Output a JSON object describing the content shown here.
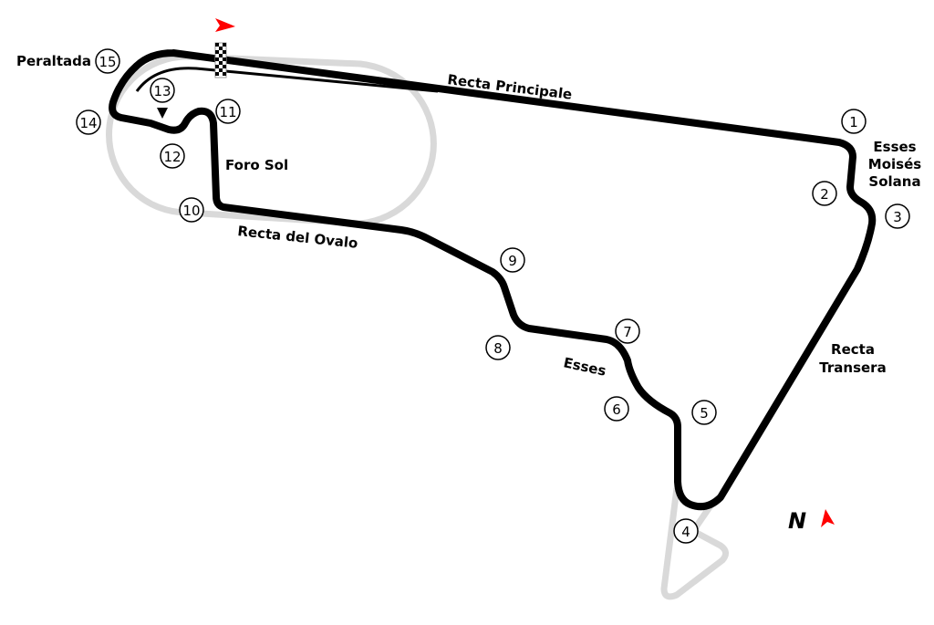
{
  "colors": {
    "track": "#000000",
    "unused": "#d9d9d9",
    "accent": "#ff0000"
  },
  "labels": {
    "peraltada": "Peraltada",
    "recta_principale": "Recta Principale",
    "esses_moises_1": "Esses",
    "esses_moises_2": "Moisés",
    "esses_moises_3": "Solana",
    "foro_sol": "Foro Sol",
    "recta_del_ovalo": "Recta del Ovalo",
    "recta_transera_1": "Recta",
    "recta_transera_2": "Transera",
    "esses": "Esses",
    "north": "N"
  },
  "turns": [
    "1",
    "2",
    "3",
    "4",
    "5",
    "6",
    "7",
    "8",
    "9",
    "10",
    "11",
    "12",
    "13",
    "14",
    "15"
  ],
  "icons": {
    "start_direction": "red-arrow",
    "finish_line": "checkered-flag",
    "north": "red-arrow-north"
  }
}
